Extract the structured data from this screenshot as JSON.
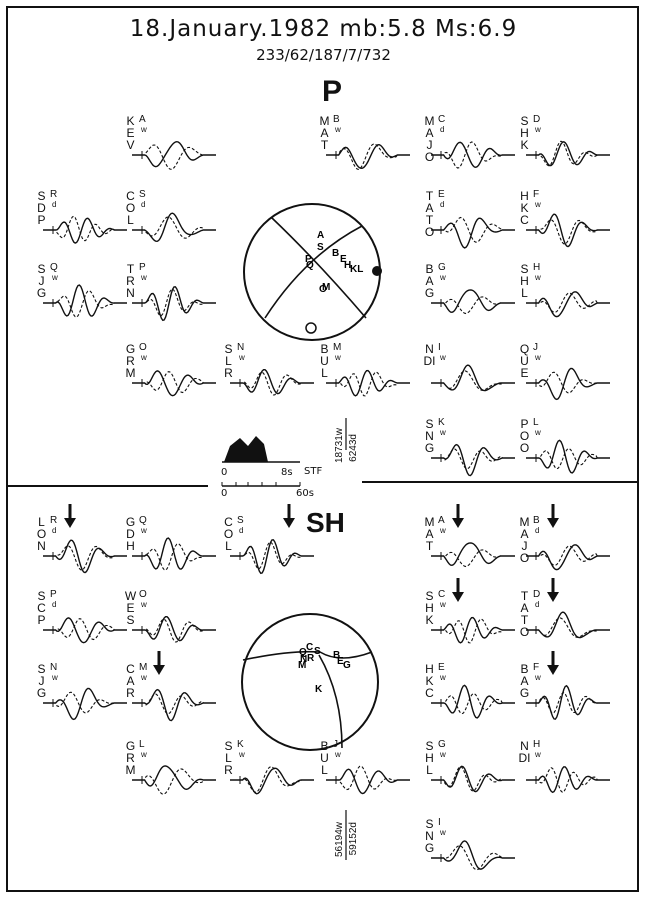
{
  "header": {
    "title": "18.January.1982 mb:5.8 Ms:6.9",
    "subtitle": "233/62/187/7/732"
  },
  "sections": {
    "p": "P",
    "sh": "SH"
  },
  "stf": {
    "label": "STF",
    "t1": "8s",
    "t0a": "0",
    "t0b": "0",
    "t2": "60s"
  },
  "amplitudes": {
    "p_w": "18731w",
    "p_d": "6243d",
    "sh_w": "56194w",
    "sh_d": "59152d"
  },
  "p_stations": [
    {
      "code": "KEV",
      "letter": "A",
      "sub": "w"
    },
    {
      "code": "MAT",
      "letter": "B",
      "sub": "w"
    },
    {
      "code": "MAJO",
      "letter": "C",
      "sub": "d"
    },
    {
      "code": "SHK",
      "letter": "D",
      "sub": "w"
    },
    {
      "code": "SDP",
      "letter": "R",
      "sub": "d"
    },
    {
      "code": "COL",
      "letter": "S",
      "sub": "d"
    },
    {
      "code": "TATO",
      "letter": "E",
      "sub": "d"
    },
    {
      "code": "HKC",
      "letter": "F",
      "sub": "w"
    },
    {
      "code": "SJG",
      "letter": "Q",
      "sub": "w"
    },
    {
      "code": "TRN",
      "letter": "P",
      "sub": "w"
    },
    {
      "code": "BAG",
      "letter": "G",
      "sub": "w"
    },
    {
      "code": "SHL",
      "letter": "H",
      "sub": "w"
    },
    {
      "code": "GRM",
      "letter": "O",
      "sub": "w"
    },
    {
      "code": "SLR",
      "letter": "N",
      "sub": "w"
    },
    {
      "code": "BUL",
      "letter": "M",
      "sub": "w"
    },
    {
      "code": "NDI",
      "letter": "I",
      "sub": "w"
    },
    {
      "code": "QUE",
      "letter": "J",
      "sub": "w"
    },
    {
      "code": "SNG",
      "letter": "K",
      "sub": "w"
    },
    {
      "code": "POO",
      "letter": "L",
      "sub": "w"
    }
  ],
  "sh_stations": [
    {
      "code": "LON",
      "letter": "R",
      "sub": "d"
    },
    {
      "code": "GDH",
      "letter": "Q",
      "sub": "w"
    },
    {
      "code": "COL",
      "letter": "S",
      "sub": "d"
    },
    {
      "code": "MAT",
      "letter": "A",
      "sub": "w"
    },
    {
      "code": "MAJO",
      "letter": "B",
      "sub": "d"
    },
    {
      "code": "SCP",
      "letter": "P",
      "sub": "d"
    },
    {
      "code": "WES",
      "letter": "O",
      "sub": "w"
    },
    {
      "code": "SHK",
      "letter": "C",
      "sub": "w"
    },
    {
      "code": "TATO",
      "letter": "D",
      "sub": "d"
    },
    {
      "code": "SJG",
      "letter": "N",
      "sub": "w"
    },
    {
      "code": "CAR",
      "letter": "M",
      "sub": "w"
    },
    {
      "code": "HKC",
      "letter": "E",
      "sub": "w"
    },
    {
      "code": "BAG",
      "letter": "F",
      "sub": "w"
    },
    {
      "code": "GRM",
      "letter": "L",
      "sub": "w"
    },
    {
      "code": "SLR",
      "letter": "K",
      "sub": "w"
    },
    {
      "code": "BUL",
      "letter": "J",
      "sub": "w"
    },
    {
      "code": "SHL",
      "letter": "G",
      "sub": "w"
    },
    {
      "code": "NDI",
      "letter": "H",
      "sub": "w"
    },
    {
      "code": "SNG",
      "letter": "I",
      "sub": "w"
    }
  ],
  "p_sphere_labels": [
    "A",
    "S",
    "B",
    "E",
    "H",
    "KL",
    "P",
    "Q",
    "O",
    "M"
  ],
  "sh_sphere_labels": [
    "C",
    "Q",
    "S",
    "N",
    "R",
    "M",
    "B",
    "E",
    "G",
    "K"
  ]
}
